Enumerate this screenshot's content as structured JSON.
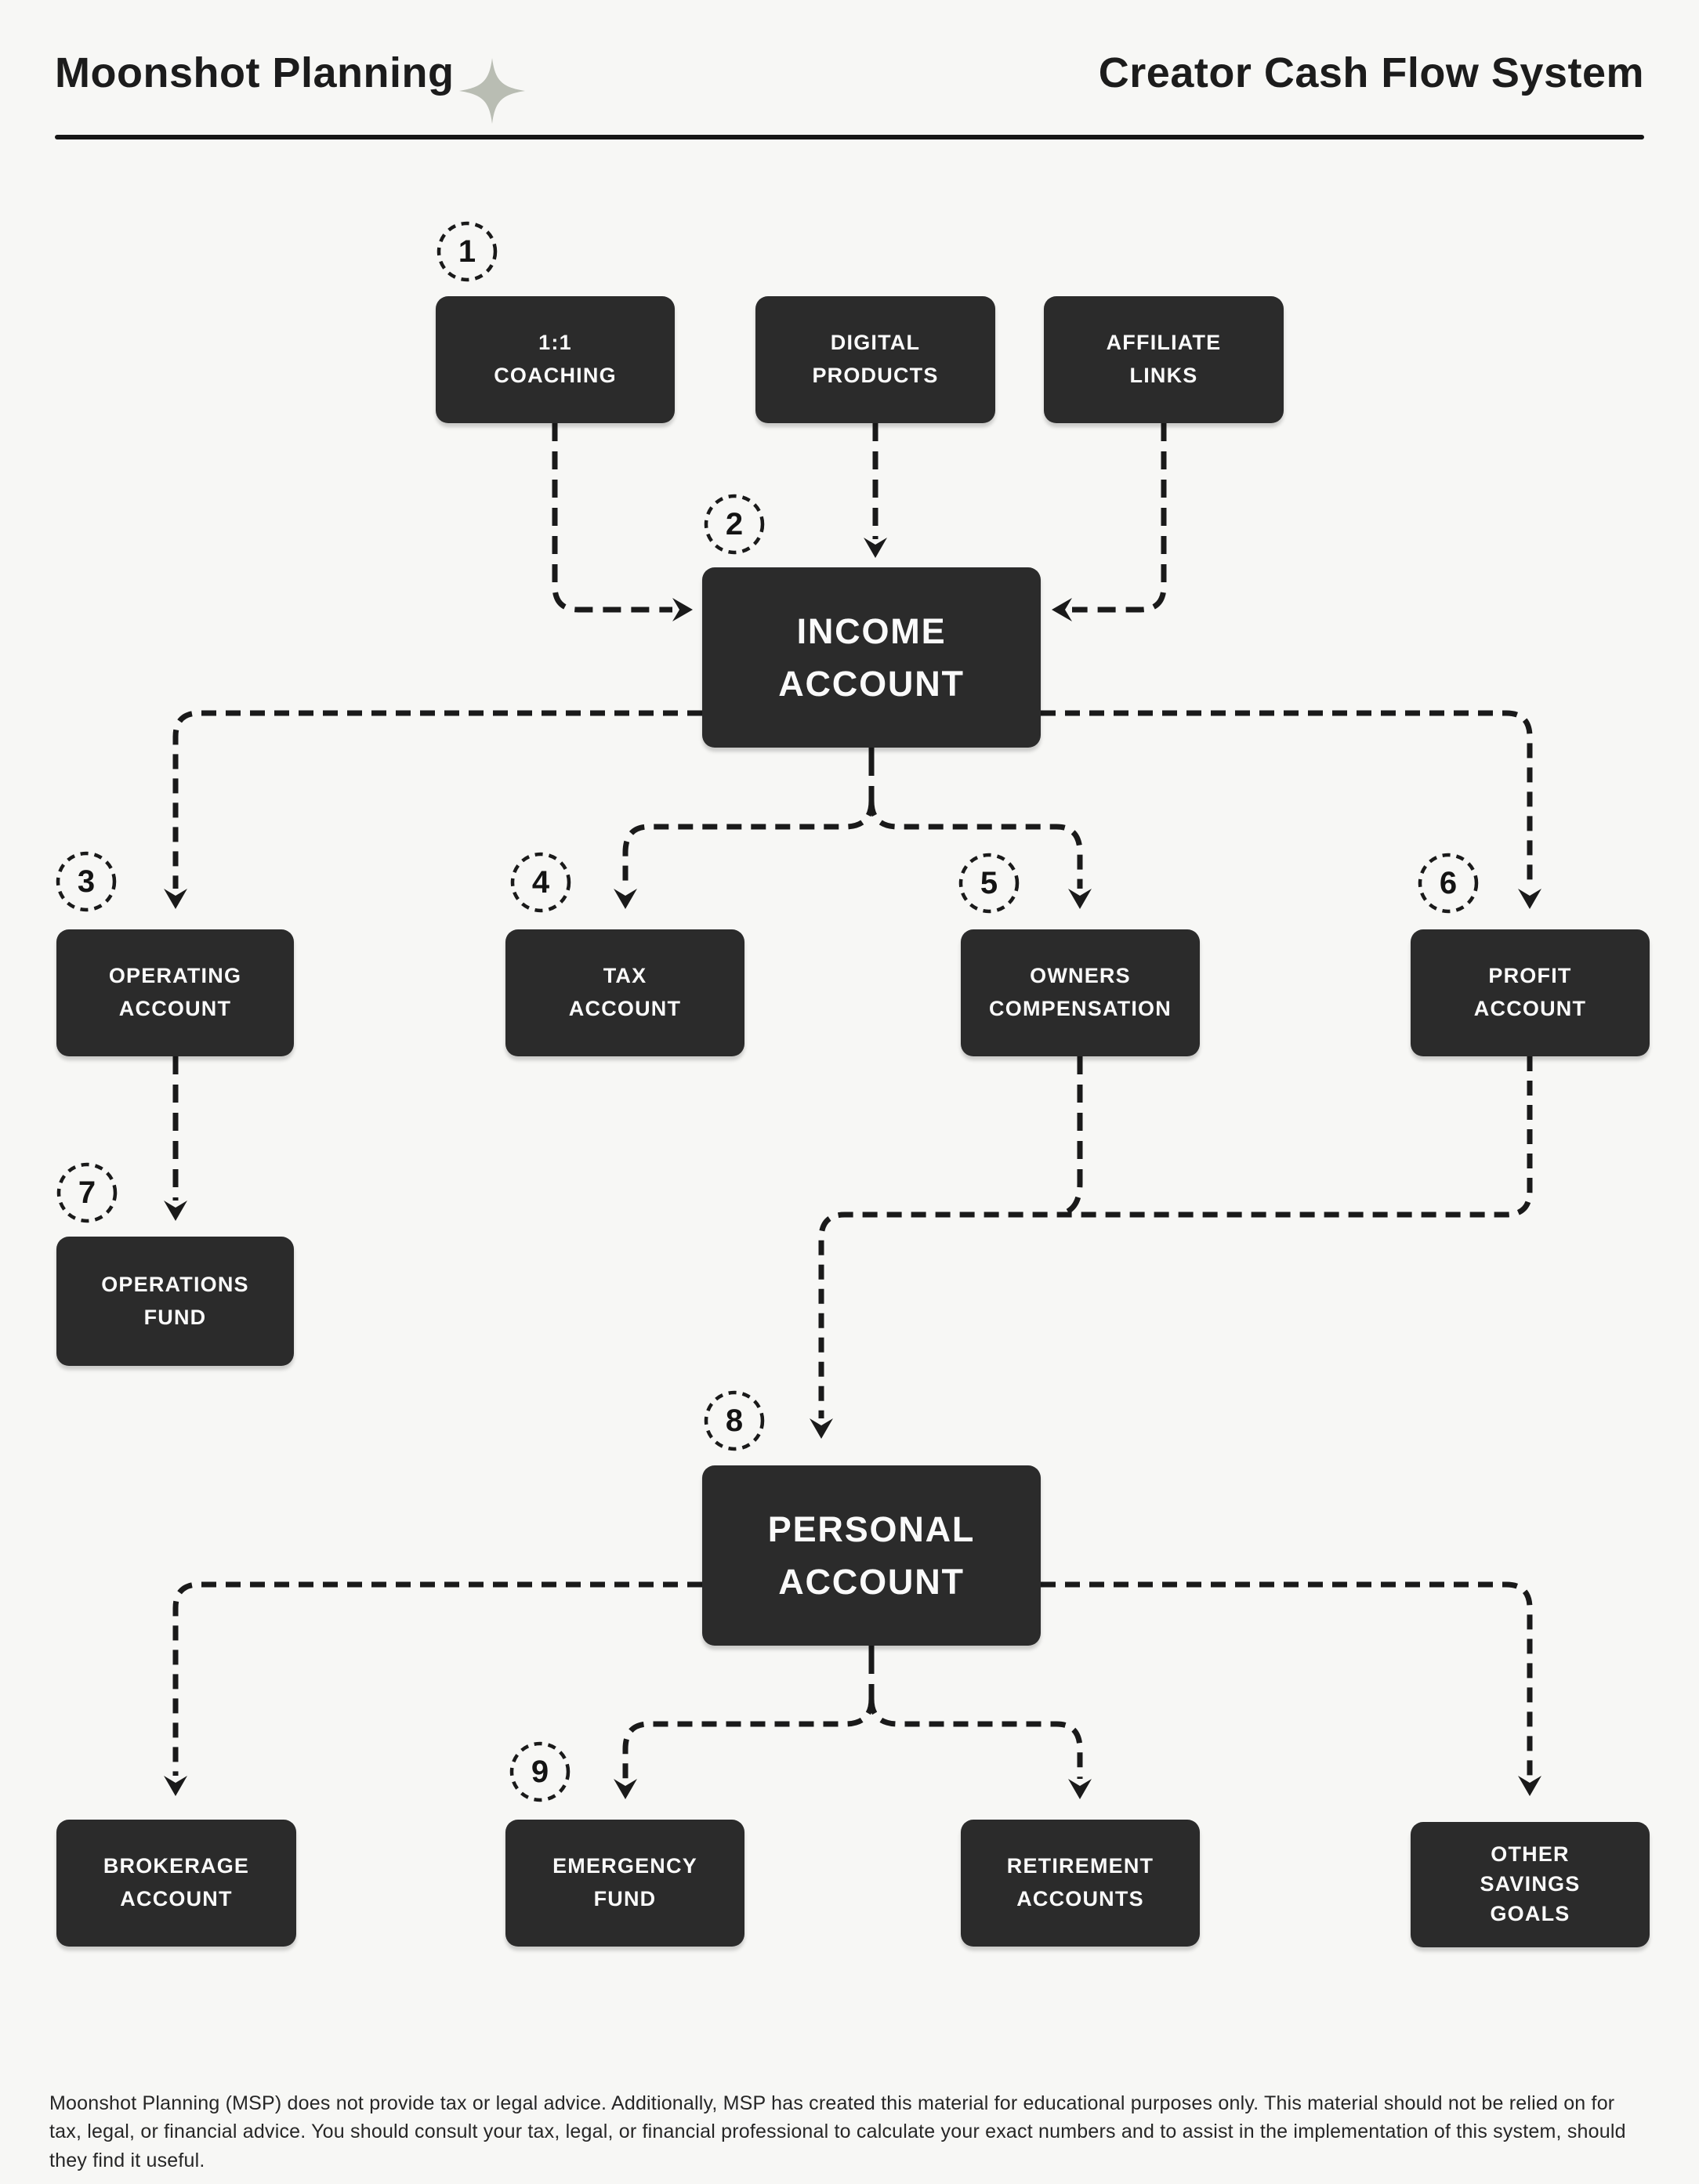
{
  "header": {
    "brand": "Moonshot Planning",
    "title": "Creator Cash Flow System"
  },
  "colors": {
    "background": "#f7f7f5",
    "node_fill": "#2b2b2b",
    "node_text": "#fafafa",
    "line": "#1a1a1a",
    "sparkle": "#b9bdb3"
  },
  "steps": {
    "s1": "1",
    "s2": "2",
    "s3": "3",
    "s4": "4",
    "s5": "5",
    "s6": "6",
    "s7": "7",
    "s8": "8",
    "s9": "9"
  },
  "nodes": {
    "coaching": {
      "label": "1:1\nCOACHING"
    },
    "digital": {
      "label": "DIGITAL\nPRODUCTS"
    },
    "affiliate": {
      "label": "AFFILIATE\nLINKS"
    },
    "income": {
      "label": "INCOME\nACCOUNT"
    },
    "operating": {
      "label": "OPERATING\nACCOUNT"
    },
    "tax": {
      "label": "TAX\nACCOUNT"
    },
    "owners": {
      "label": "OWNERS\nCOMPENSATION"
    },
    "profit": {
      "label": "PROFIT\nACCOUNT"
    },
    "operations_fund": {
      "label": "OPERATIONS\nFUND"
    },
    "personal": {
      "label": "PERSONAL\nACCOUNT"
    },
    "brokerage": {
      "label": "BROKERAGE\nACCOUNT"
    },
    "emergency": {
      "label": "EMERGENCY\nFUND"
    },
    "retirement": {
      "label": "RETIREMENT\nACCOUNTS"
    },
    "other_savings": {
      "label": "OTHER\nSAVINGS\nGOALS"
    }
  },
  "footer": {
    "disclaimer": "Moonshot Planning (MSP) does not provide tax or legal advice. Additionally, MSP has created this material for educational purposes only. This material should not be relied on for tax, legal, or financial advice. You should consult your tax, legal, or financial professional to calculate your exact numbers and to assist in the implementation of this system, should they find it useful."
  }
}
